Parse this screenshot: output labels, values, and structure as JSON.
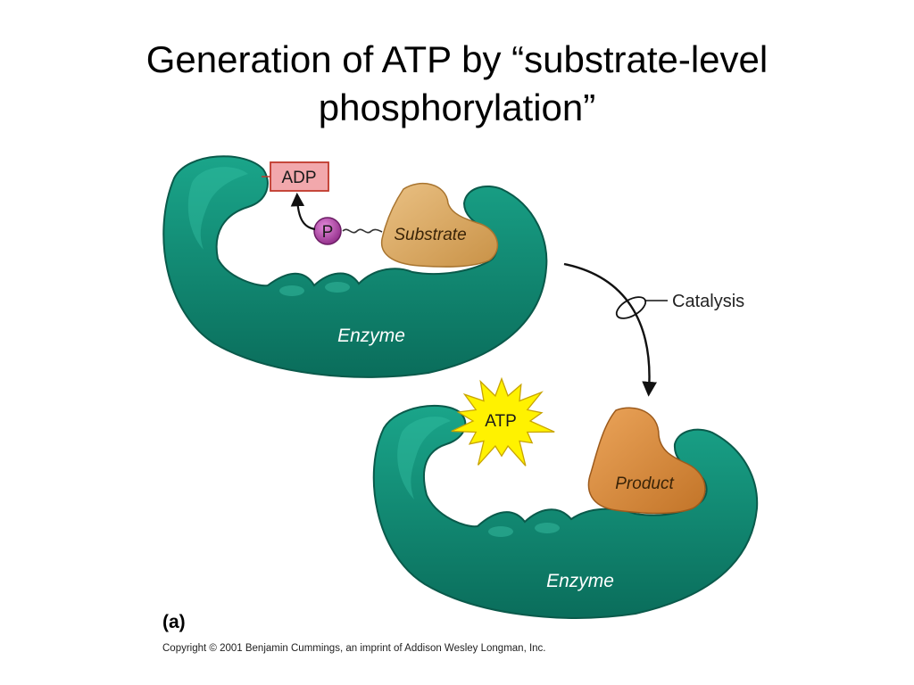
{
  "title": {
    "line1": "Generation of ATP by “substrate-level",
    "line2": "phosphorylation”"
  },
  "top": {
    "enzyme_label": "Enzyme",
    "substrate_label": "Substrate",
    "phosphate_label": "P",
    "adp_label": "ADP"
  },
  "process": {
    "catalysis_label": "Catalysis"
  },
  "bottom": {
    "enzyme_label": "Enzyme",
    "product_label": "Product",
    "atp_label": "ATP"
  },
  "panel_label": "(a)",
  "copyright": "Copyright © 2001 Benjamin Cummings, an imprint of Addison Wesley Longman, Inc.",
  "colors": {
    "enzyme": "#0f8a72",
    "enzyme_dark": "#0a6152",
    "substrate": "#dcaa62",
    "product": "#d98c3c",
    "phosphate": "#b23fa8",
    "adp_fill": "#f2a8ac",
    "adp_stroke": "#c0392b",
    "atp_star": "#fff200"
  }
}
